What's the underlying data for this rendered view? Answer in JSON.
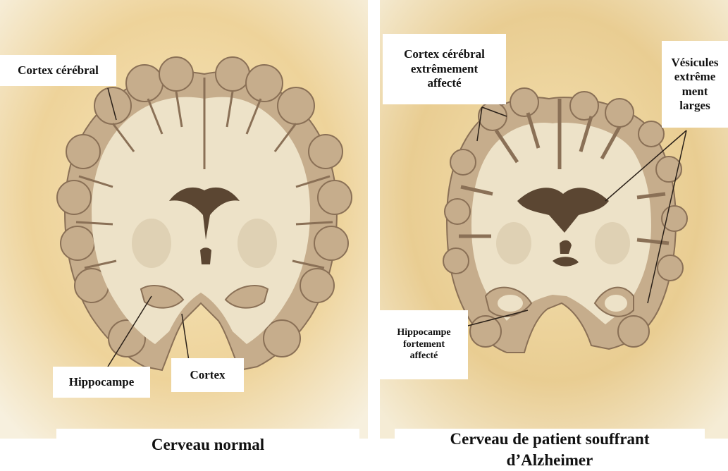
{
  "left": {
    "labels": {
      "cortex_cerebral": "Cortex cérébral",
      "hippocampe": "Hippocampe",
      "cortex": "Cortex"
    },
    "caption": "Cerveau normal"
  },
  "right": {
    "labels": {
      "cortex_affecte": "Cortex cérébral\nextrêmement\naffecté",
      "vesicules": "Vésicules\nextrême\nment\nlarges",
      "hippocampe_affecte": "Hippocampe\nfortement\naffecté"
    },
    "caption": "Cerveau de patient souffrant\nd’Alzheimer"
  },
  "colors": {
    "background": "#efd9a2",
    "gray_matter": "#c6ad8c",
    "white_matter": "#ede2c8",
    "ventricle": "#5b4632"
  }
}
